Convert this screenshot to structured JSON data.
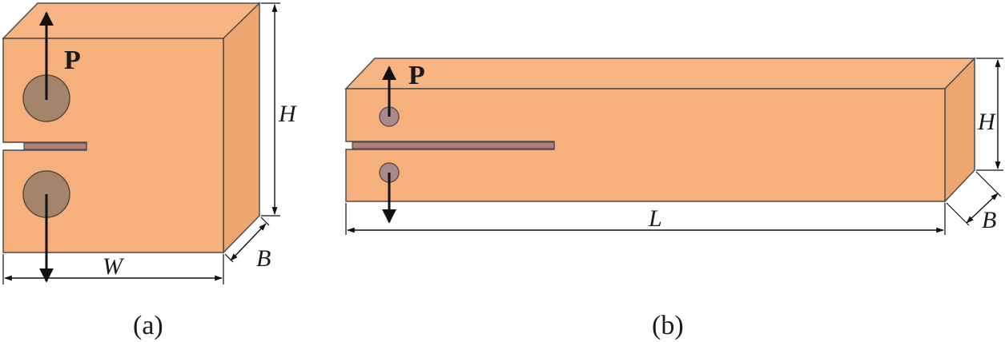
{
  "colors": {
    "front": "#f6b07c",
    "side": "#eea670",
    "top": "#f7b583",
    "edge": "#4d4d4d",
    "hole": "#a3856b",
    "hole_small": "#a88a8a",
    "crack": "#b08078",
    "ink": "#111111"
  },
  "panel_a": {
    "caption": "(a)",
    "load_label": "P",
    "dim_height": "H",
    "dim_width": "W",
    "dim_thickness": "B"
  },
  "panel_b": {
    "caption": "(b)",
    "load_label": "P",
    "dim_height": "H",
    "dim_length": "L",
    "dim_thickness": "B"
  }
}
